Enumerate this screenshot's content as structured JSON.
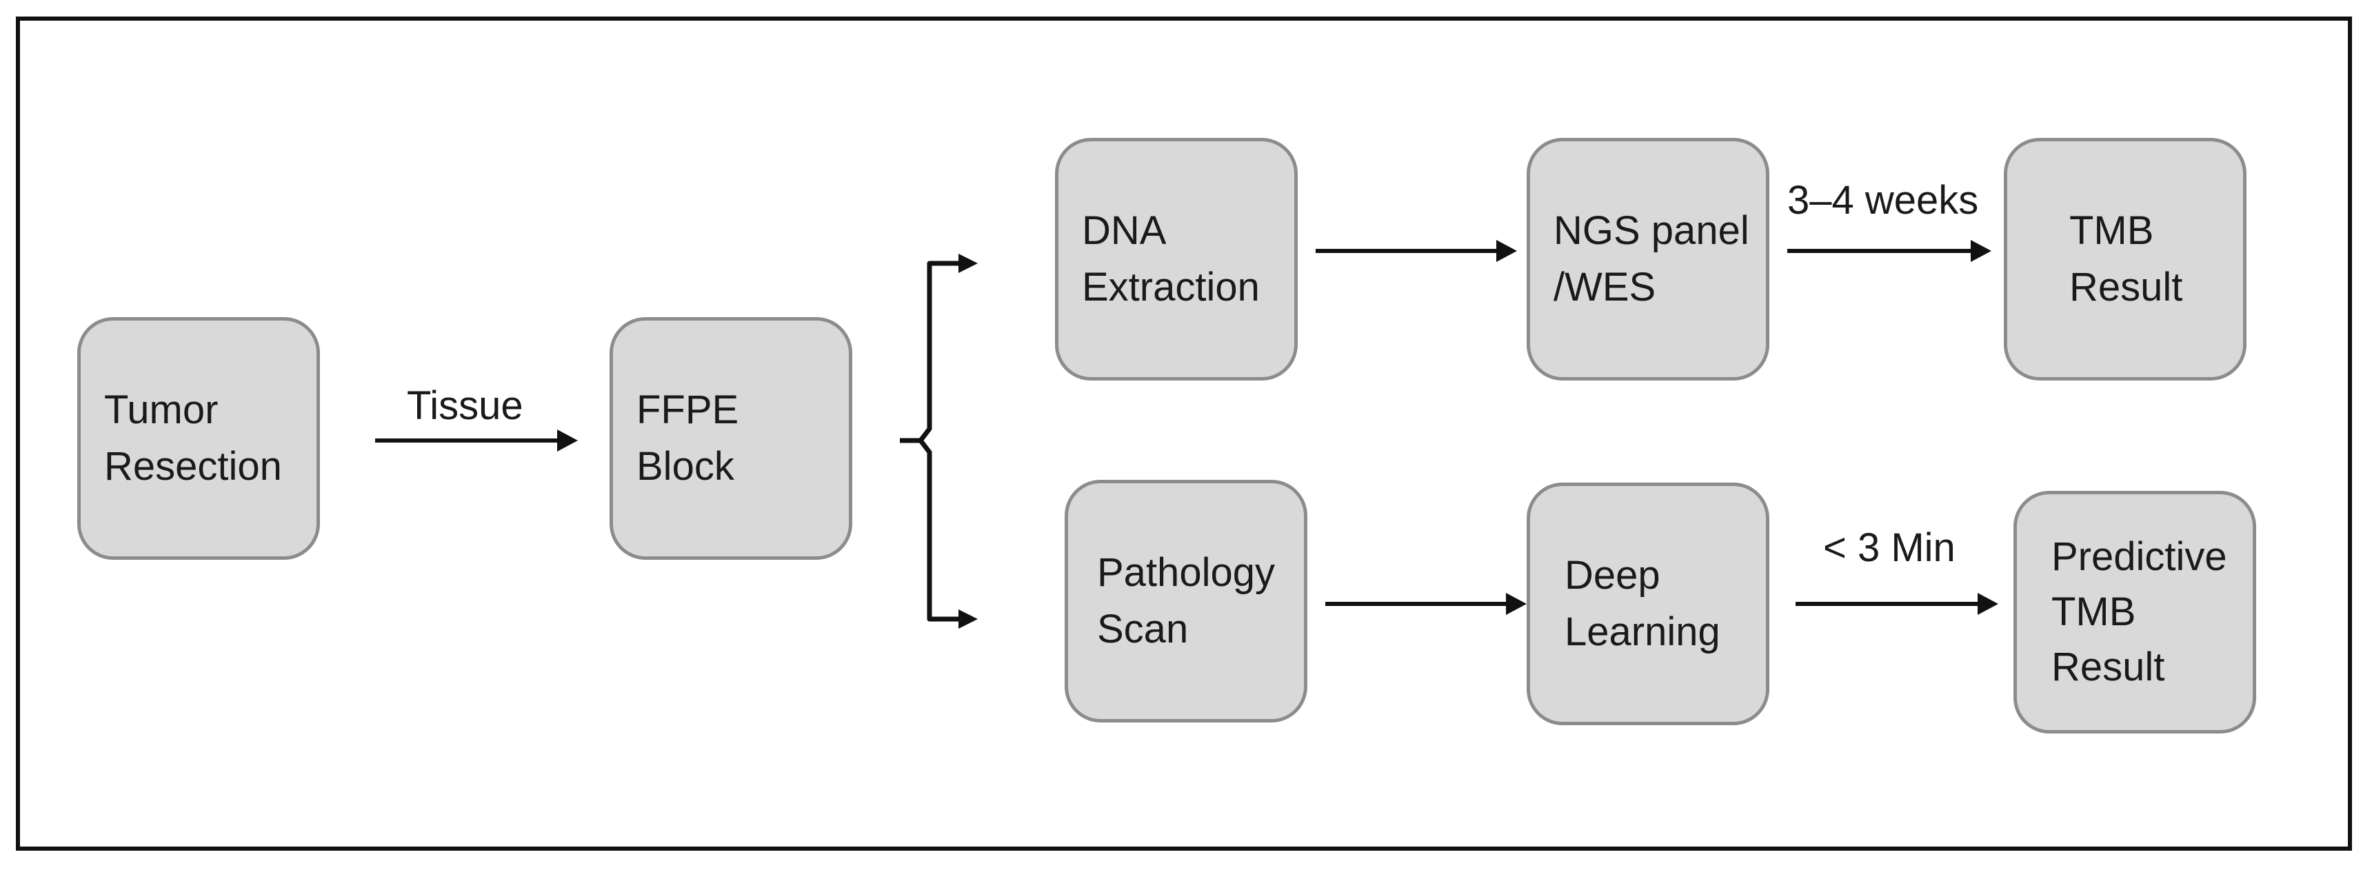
{
  "diagram": {
    "nodes": {
      "tumor_resection": {
        "lines": [
          "Tumor",
          "Resection"
        ]
      },
      "ffpe_block": {
        "lines": [
          "FFPE",
          "Block"
        ]
      },
      "dna_extraction": {
        "lines": [
          "DNA",
          "Extraction"
        ]
      },
      "ngs_panel": {
        "lines": [
          "NGS panel",
          "/WES"
        ]
      },
      "tmb_result": {
        "lines": [
          "TMB",
          "Result"
        ]
      },
      "pathology_scan": {
        "lines": [
          "Pathology",
          "Scan"
        ]
      },
      "deep_learning": {
        "lines": [
          "Deep",
          "Learning"
        ]
      },
      "predictive_tmb_result": {
        "lines": [
          "Predictive",
          "TMB",
          "Result"
        ]
      }
    },
    "edge_labels": {
      "tissue": "Tissue",
      "sequencing_time": "3–4 weeks",
      "prediction_time": "< 3 Min"
    },
    "colors": {
      "node_fill": "#d9d9d9",
      "node_border": "#8c8c8c",
      "arrow": "#111111",
      "frame": "#111111"
    }
  }
}
